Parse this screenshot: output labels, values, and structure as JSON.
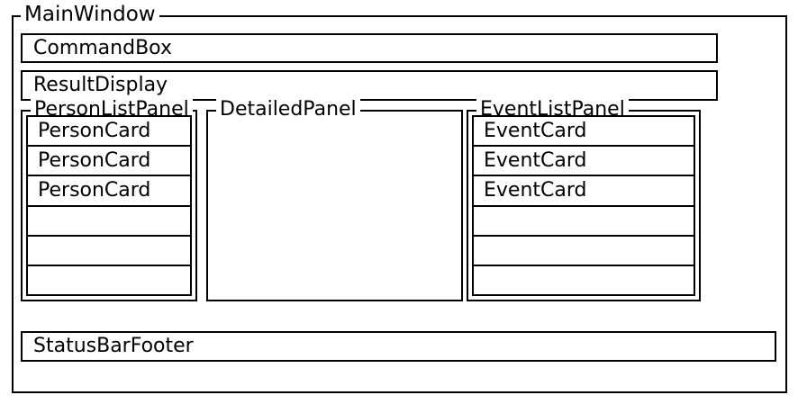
{
  "diagram": {
    "type": "ui-component-mockup",
    "title": "MainWindow",
    "colors": {
      "stroke": "#000000",
      "background": "#ffffff",
      "text": "#000000"
    }
  },
  "main_window": {
    "label": "MainWindow",
    "command_box": {
      "label": "CommandBox"
    },
    "result_display": {
      "label": "ResultDisplay"
    },
    "person_list_panel": {
      "label": "PersonListPanel",
      "cards": [
        {
          "label": "PersonCard"
        },
        {
          "label": "PersonCard"
        },
        {
          "label": "PersonCard"
        },
        {
          "label": ""
        },
        {
          "label": ""
        },
        {
          "label": ""
        }
      ]
    },
    "detailed_panel": {
      "label": "DetailedPanel"
    },
    "event_list_panel": {
      "label": "EventListPanel",
      "cards": [
        {
          "label": "EventCard"
        },
        {
          "label": "EventCard"
        },
        {
          "label": "EventCard"
        },
        {
          "label": ""
        },
        {
          "label": ""
        },
        {
          "label": ""
        }
      ]
    },
    "status_bar_footer": {
      "label": "StatusBarFooter"
    }
  }
}
